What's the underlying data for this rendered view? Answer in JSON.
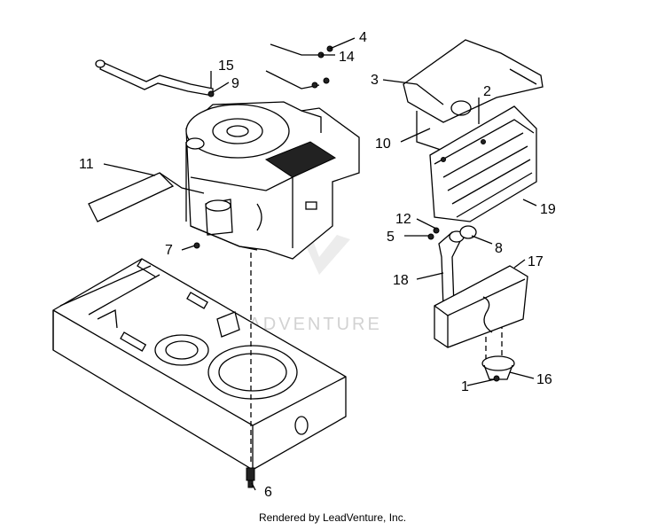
{
  "watermark": "LEADVENTURE",
  "footer": "Rendered by LeadVenture, Inc.",
  "callouts": [
    "1",
    "2",
    "3",
    "4",
    "5",
    "6",
    "7",
    "8",
    "9",
    "10",
    "11",
    "12",
    "14",
    "15",
    "16",
    "17",
    "18",
    "19"
  ],
  "colors": {
    "line": "#000000",
    "watermark": "#d2d2d2",
    "background": "#ffffff"
  }
}
